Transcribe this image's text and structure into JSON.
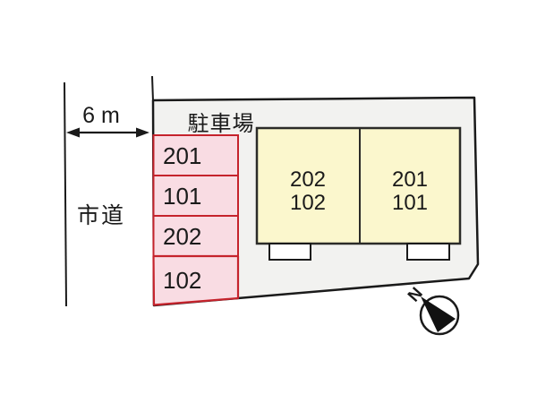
{
  "title": "site-layout-plan",
  "road": {
    "label": "市道",
    "width_label": "6 m"
  },
  "parking": {
    "title": "駐車場",
    "spaces": [
      {
        "label": "201"
      },
      {
        "label": "101"
      },
      {
        "label": "202"
      },
      {
        "label": "102"
      }
    ]
  },
  "building": {
    "units": [
      {
        "line1": "202",
        "line2": "102"
      },
      {
        "line1": "201",
        "line2": "101"
      }
    ]
  },
  "compass": {
    "label": "N"
  },
  "colors": {
    "background": "#ffffff",
    "parcel_fill": "#f2f2f0",
    "outline": "#1a1a1a",
    "parking_fill": "#f9dce3",
    "parking_stroke": "#c5232c",
    "building_fill": "#fbf7cd",
    "building_stroke": "#2b2b28",
    "porch_fill": "#ffffff",
    "needle_fill": "#111111"
  }
}
